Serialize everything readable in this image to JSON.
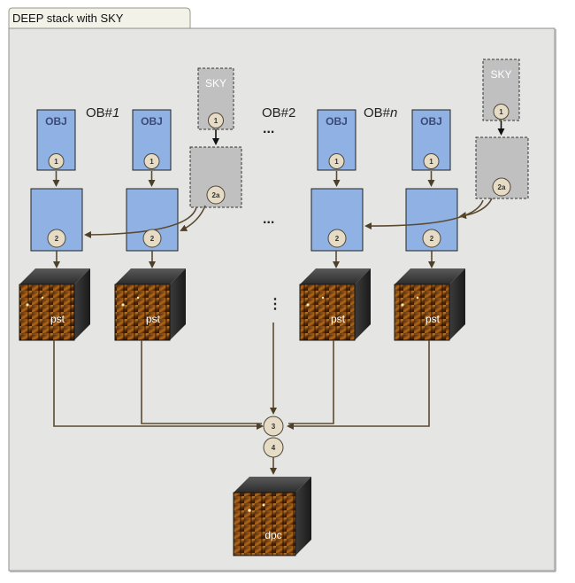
{
  "title": "DEEP stack with SKY",
  "labels": {
    "obj": "OBJ",
    "sky": "SKY",
    "ob1_prefix": "OB#",
    "ob1_italic": "1",
    "ob2": "OB#2",
    "obn_prefix": "OB#",
    "obn_italic": "n",
    "pst": "pst",
    "dpc": "dpc",
    "ellipsis": "...",
    "vdots": "⋮"
  },
  "steps": {
    "s1": "1",
    "s2": "2",
    "s2a": "2a",
    "s3": "3",
    "s4": "4"
  },
  "colors": {
    "panel": "#e5e6e3",
    "blue_box": "#8fb1e3",
    "gray_box": "#c0c0c0",
    "arrow": "#5a4a30",
    "circle": "#e6dcc6",
    "tab": "#f3f2e8"
  }
}
